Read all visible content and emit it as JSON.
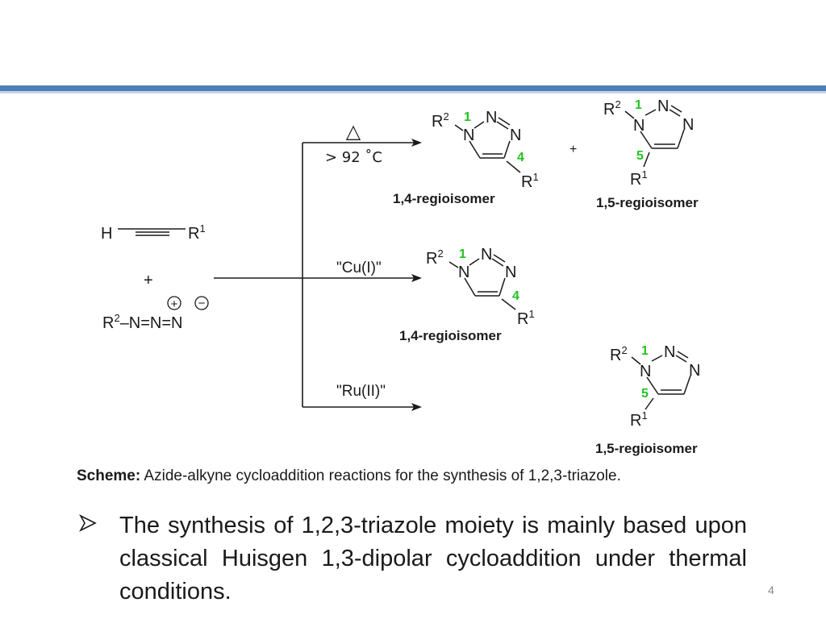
{
  "scheme": {
    "alkyne": {
      "h": "H",
      "r": "R",
      "r_sup": "1"
    },
    "plus_left": "+",
    "azide": {
      "r": "R",
      "r_sup": "2",
      "chain": "–N=N=N",
      "charge_plus": "+",
      "charge_minus": "−"
    },
    "conditions": {
      "thermal_symbol": "△",
      "thermal_temp": "> 92 ˚C",
      "copper": "\"Cu(I)\"",
      "ruthenium": "\"Ru(II)\""
    },
    "products": {
      "plus_between": "+",
      "label_14": "1,4-regioisomer",
      "label_15": "1,5-regioisomer",
      "pos_1": "1",
      "pos_4": "4",
      "pos_5": "5",
      "atom_n": "N",
      "r": "R",
      "r1_sup": "1",
      "r2_sup": "2"
    }
  },
  "caption": {
    "label": "Scheme:",
    "text": " Azide-alkyne cycloaddition reactions for the synthesis of 1,2,3-triazole."
  },
  "bullet": {
    "text": "The synthesis of 1,2,3-triazole moiety is mainly based upon classical Huisgen 1,3-dipolar cycloaddition under thermal conditions."
  },
  "page": {
    "number": "4"
  },
  "colors": {
    "accent_bar": "#4f7fb8",
    "position_numbers": "#22c222"
  }
}
